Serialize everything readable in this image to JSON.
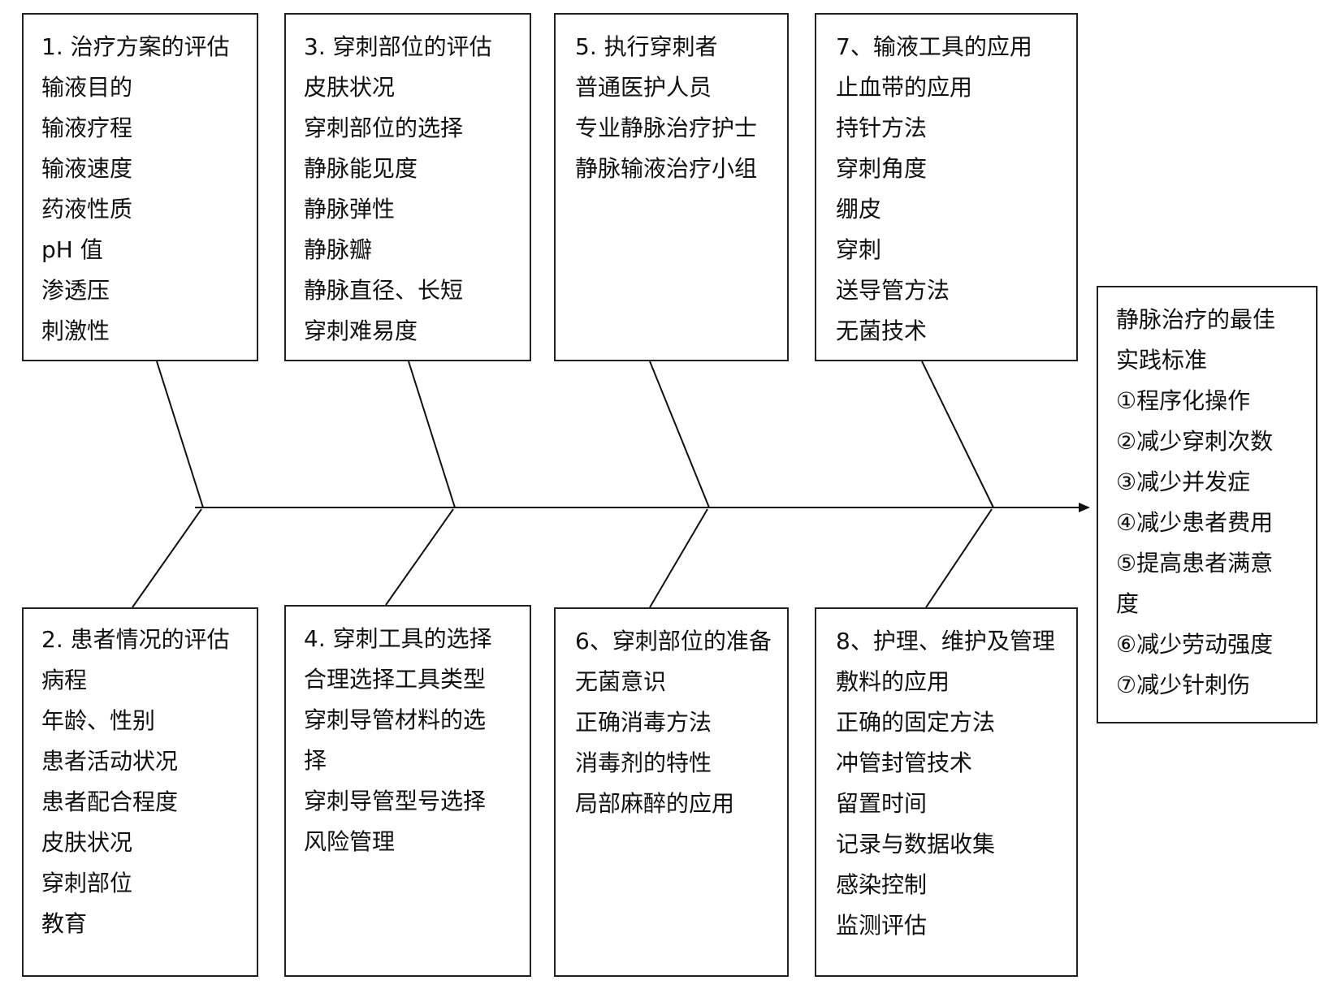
{
  "cause_groups": [
    {
      "title": "1. 治疗方案的评估",
      "items": [
        "输液目的",
        "输液疗程",
        "输液速度",
        "药液性质",
        "pH 值",
        "渗透压",
        "刺激性"
      ]
    },
    {
      "title": "2. 患者情况的评估",
      "items": [
        "病程",
        "年龄、性别",
        "患者活动状况",
        "患者配合程度",
        "皮肤状况",
        "穿刺部位",
        "教育"
      ]
    },
    {
      "title": "3. 穿刺部位的评估",
      "items": [
        "皮肤状况",
        "穿刺部位的选择",
        "静脉能见度",
        "静脉弹性",
        "静脉瓣",
        "静脉直径、长短",
        "穿刺难易度"
      ]
    },
    {
      "title": "4. 穿刺工具的选择",
      "items": [
        "合理选择工具类型",
        "穿刺导管材料的选",
        "择",
        "穿刺导管型号选择",
        "风险管理"
      ]
    },
    {
      "title": "5. 执行穿刺者",
      "items": [
        "普通医护人员",
        "专业静脉治疗护士",
        "静脉输液治疗小组"
      ]
    },
    {
      "title": "6、穿刺部位的准备",
      "items": [
        "无菌意识",
        "正确消毒方法",
        "消毒剂的特性",
        "局部麻醉的应用"
      ]
    },
    {
      "title": "7、输液工具的应用",
      "items": [
        "止血带的应用",
        "持针方法",
        "穿刺角度",
        "绷皮",
        "穿刺",
        "送导管方法",
        "无菌技术"
      ]
    },
    {
      "title": "8、护理、维护及管理",
      "items": [
        "敷料的应用",
        "正确的固定方法",
        "冲管封管技术",
        "留置时间",
        "记录与数据收集",
        "感染控制",
        "监测评估"
      ]
    }
  ],
  "effect": {
    "lines": [
      "静脉治疗的最佳",
      "实践标准",
      "①程序化操作",
      "②减少穿刺次数",
      "③减少并发症",
      "④减少患者费用",
      "⑤提高患者满意",
      "度",
      "⑥减少劳动强度",
      "⑦减少针刺伤"
    ]
  }
}
